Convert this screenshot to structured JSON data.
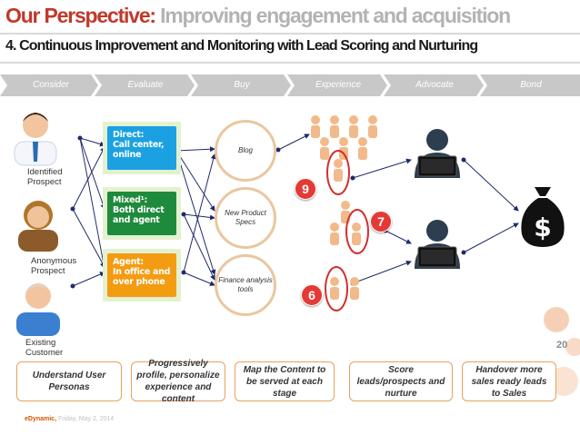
{
  "header": {
    "title_part1": "Our Perspective:",
    "title_part2": "Improving engagement and acquisition",
    "subtitle": "4. Continuous Improvement and Monitoring with Lead Scoring and Nurturing"
  },
  "stages": [
    "Consider",
    "Evaluate",
    "Buy",
    "Experience",
    "Advocate",
    "Bond"
  ],
  "prospects": [
    {
      "label": "Identified Prospect"
    },
    {
      "label": "Anonymous Prospect"
    },
    {
      "label": "Existing Customer"
    }
  ],
  "channels": [
    {
      "heading": "Direct:",
      "body": "Call center, online",
      "color": "#1ba1e2"
    },
    {
      "heading": "Mixed¹:",
      "body": "Both direct and agent",
      "color": "#1e8a3c"
    },
    {
      "heading": "Agent:",
      "body": "In office and over phone",
      "color": "#f39c12"
    }
  ],
  "content_items": [
    "Blog",
    "New Product Specs",
    "Finance analysis tools"
  ],
  "badges": [
    "9",
    "7",
    "6"
  ],
  "steps": [
    "Understand User Personas",
    "Progressively profile, personalize experience and content",
    "Map the Content to be served at each stage",
    "Score leads/prospects and nurture",
    "Handover more sales ready leads to Sales"
  ],
  "footer": {
    "brand": "eDynamic,",
    "date": "Friday, May 2, 2014"
  },
  "page_number": "20",
  "colors": {
    "accent_red": "#c0392b",
    "title_grey": "#b3b3b3",
    "stage_bar": "#c8c8c8",
    "circle_border": "#e9c7a0",
    "step_border": "#e8a15c",
    "badge": "#e53935"
  },
  "icons": [
    "person-icon",
    "computer-user-icon",
    "money-bag-icon",
    "crowd-icon"
  ]
}
